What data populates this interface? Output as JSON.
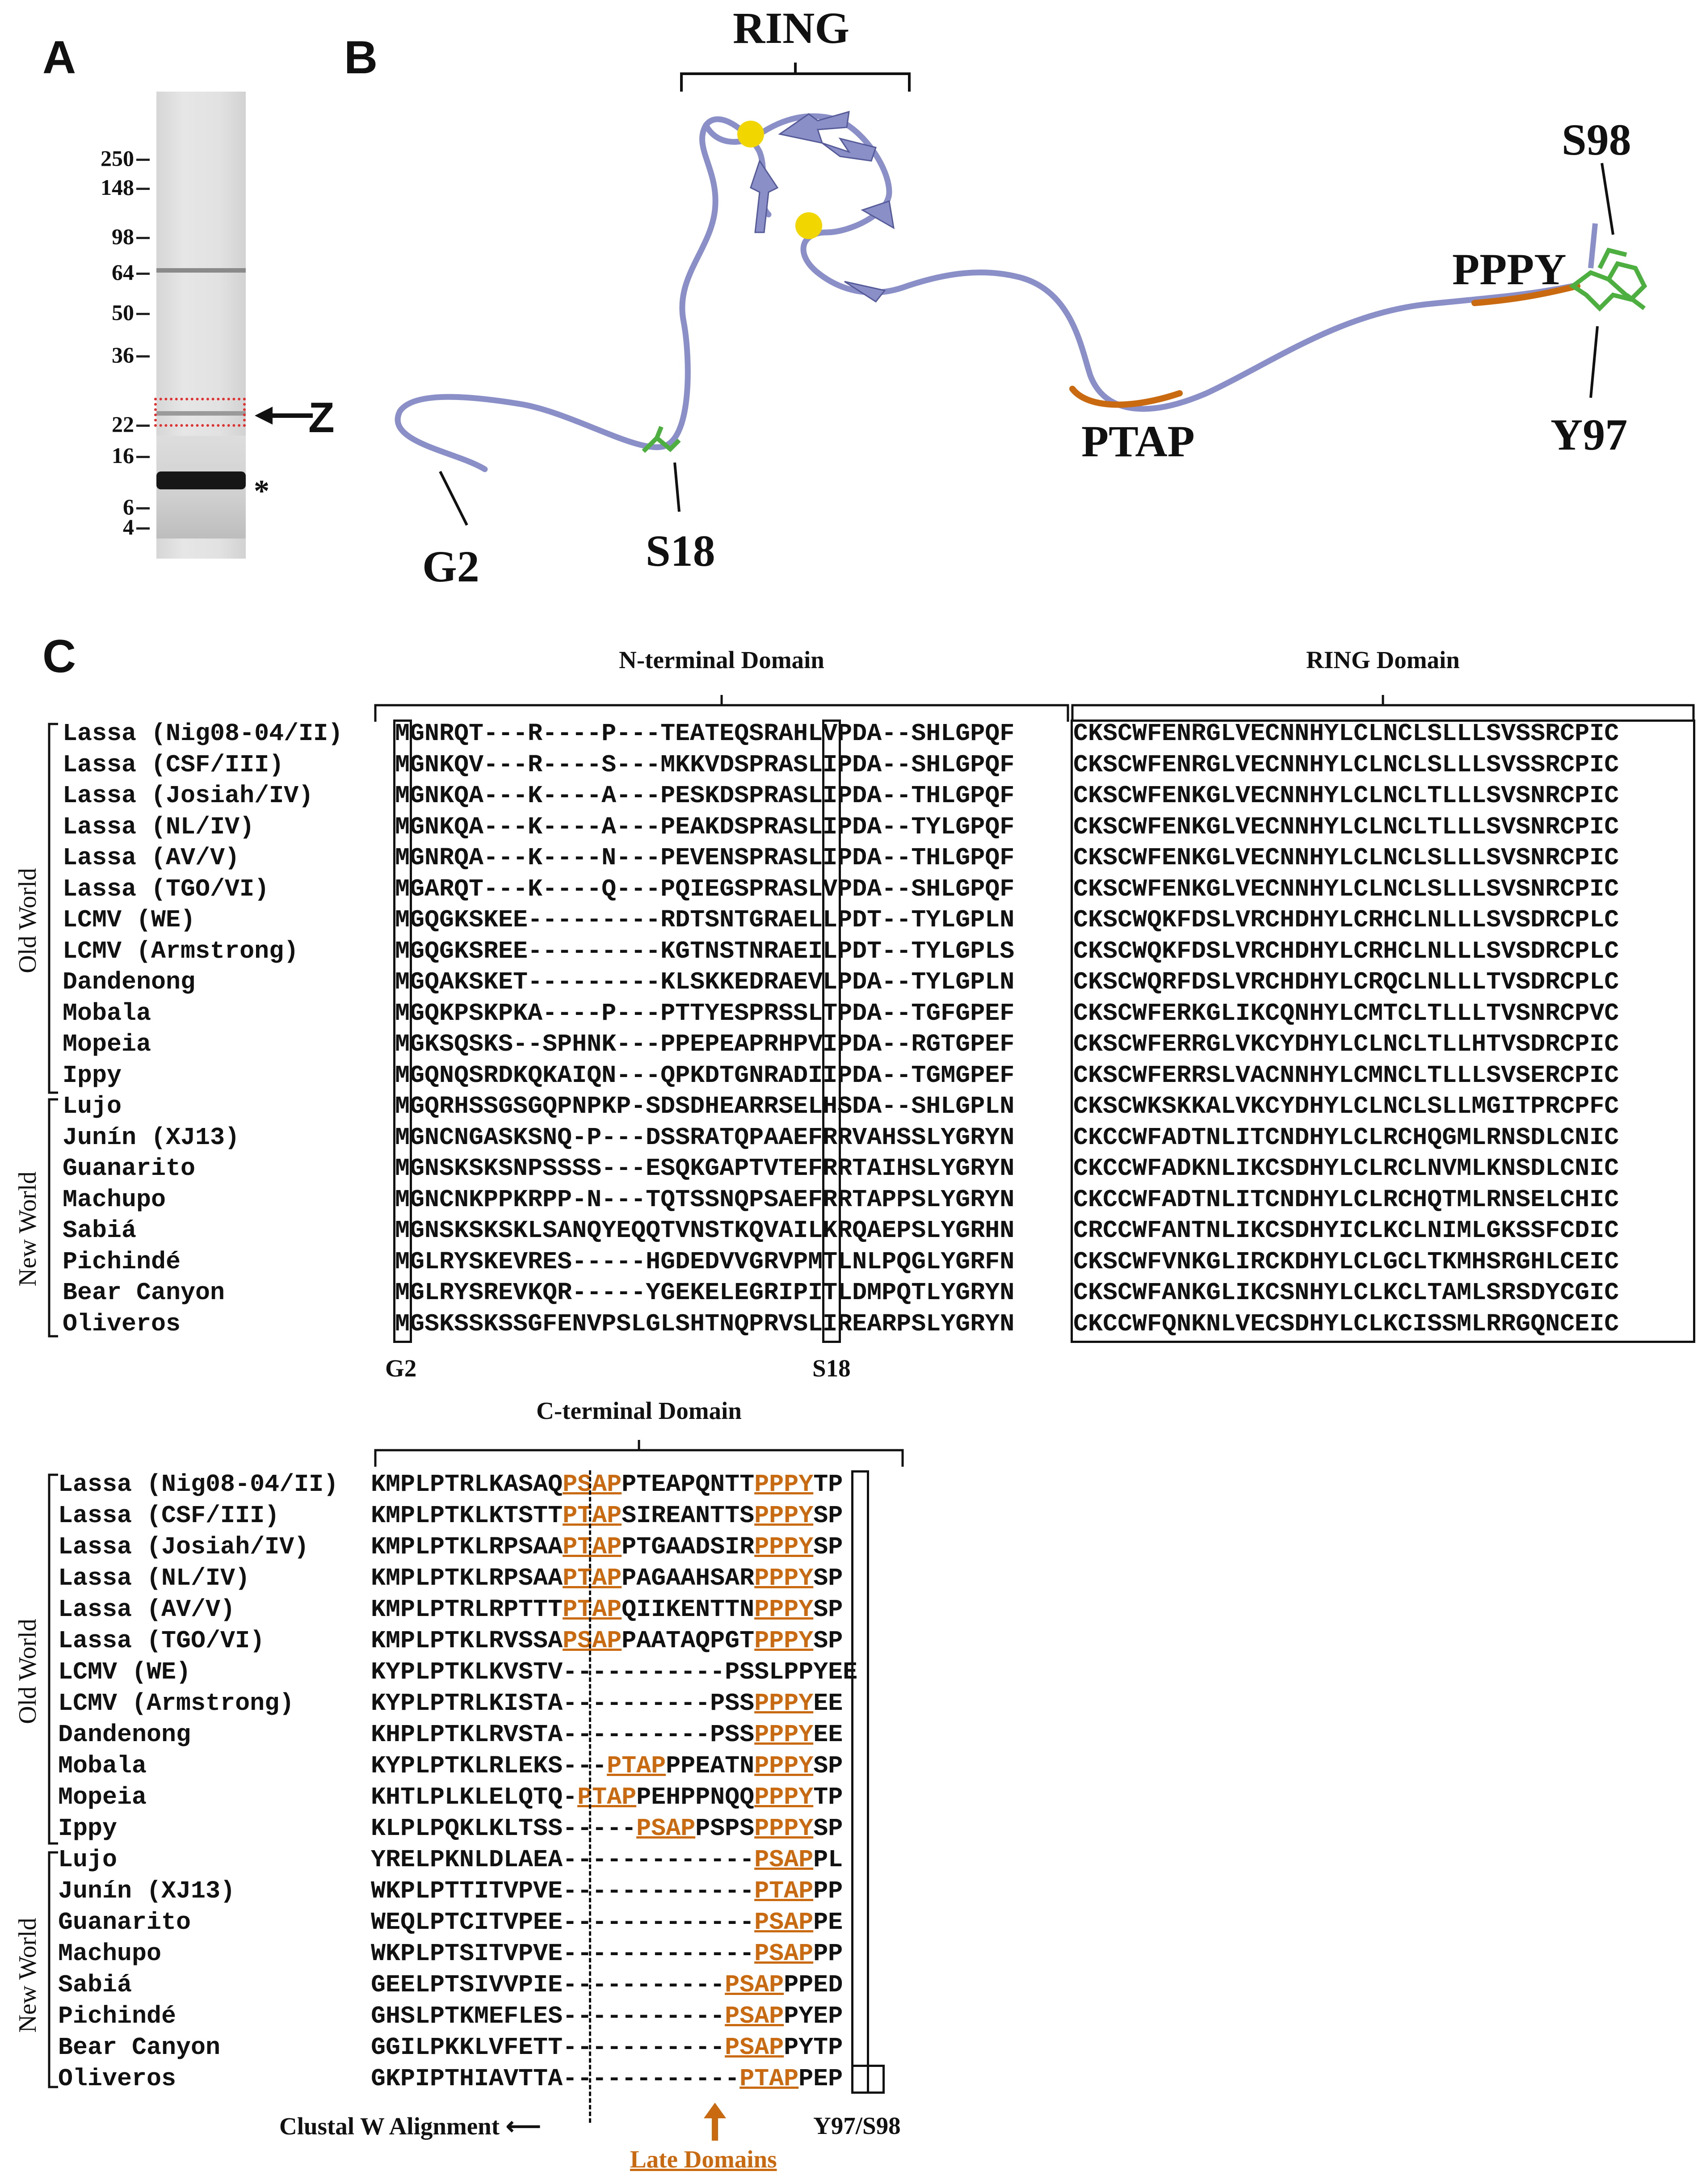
{
  "panels": {
    "a": "A",
    "b": "B",
    "c": "C"
  },
  "gel": {
    "markers": [
      "250",
      "148",
      "98",
      "64",
      "50",
      "36",
      "22",
      "16",
      "6",
      "4"
    ],
    "z_label": "Z",
    "asterisk": "*"
  },
  "structure": {
    "ring": "RING",
    "pppy": "PPPY",
    "ptap": "PTAP",
    "g2": "G2",
    "s18": "S18",
    "s98": "S98",
    "y97": "Y97"
  },
  "alignment": {
    "n_terminal_domain": "N-terminal Domain",
    "ring_domain": "RING Domain",
    "c_terminal_domain": "C-terminal Domain",
    "old_world": "Old World",
    "new_world": "New World",
    "g2_label": "G2",
    "s18_label": "S18",
    "clustal_label": "Clustal W Alignment",
    "late_domains_label": "Late Domains",
    "y97_s98_label": "Y97/S98",
    "viruses": [
      "Lassa (Nig08-04/II)",
      "Lassa (CSF/III)",
      "Lassa (Josiah/IV)",
      "Lassa (NL/IV)",
      "Lassa (AV/V)",
      "Lassa (TGO/VI)",
      "LCMV (WE)",
      "LCMV (Armstrong)",
      "Dandenong",
      "Mobala",
      "Mopeia",
      "Ippy",
      "Lujo",
      "Junín (XJ13)",
      "Guanarito",
      "Machupo",
      "Sabiá",
      "Pichindé",
      "Bear Canyon",
      "Oliveros"
    ],
    "n_sequences": [
      "MGNRQT---R----P---TEATEQSRAHLVPDA--SHLGPQF",
      "MGNKQV---R----S---MKKVDSPRASLIPDA--SHLGPQF",
      "MGNKQA---K----A---PESKDSPRASLIPDA--THLGPQF",
      "MGNKQA---K----A---PEAKDSPRASLIPDA--TYLGPQF",
      "MGNRQA---K----N---PEVENSPRASLIPDA--THLGPQF",
      "MGARQT---K----Q---PQIEGSPRASLVPDA--SHLGPQF",
      "MGQGKSKEE---------RDTSNTGRAELLPDT--TYLGPLN",
      "MGQGKSREE---------KGTNSTNRAEILPDT--TYLGPLS",
      "MGQAKSKET---------KLSKKEDRAEVLPDA--TYLGPLN",
      "MGQKPSKPKA----P---PTTYESPRSSLTPDA--TGFGPEF",
      "MGKSQSKS--SPHNK---PPEPEAPRHPVIPDA--RGTGPEF",
      "MGQNQSRDKQKAIQN---QPKDTGNRADIIPDA--TGMGPEF",
      "MGQRHSSGSGQPNPKP-SDSDHEARRSELHSDA--SHLGPLN",
      "MGNCNGASKSNQ-P---DSSRATQPAAEFRRVAHSSLYGRYN",
      "MGNSKSKSNPSSSS---ESQKGAPTVTEFRRTAIHSLYGRYN",
      "MGNCNKPPKRPP-N---TQTSSNQPSAEFRRTAPPSLYGRYN",
      "MGNSKSKSKLSANQYEQQTVNSTKQVAILKRQAEPSLYGRHN",
      "MGLRYSKEVRES-----HGDEDVVGRVPMTLNLPQGLYGRFN",
      "MGLRYSREVKQR-----YGEKELEGRIPITLDMPQTLYGRYN",
      "MGSKSSKSSGFENVPSLGLSHTNQPRVSLIREARPSLYGRYN"
    ],
    "ring_sequences": [
      "CKSCWFENRGLVECNNHYLCLNCLSLLLSVSSRCPIC",
      "CKSCWFENRGLVECNNHYLCLNCLSLLLSVSSRCPIC",
      "CKSCWFENKGLVECNNHYLCLNCLTLLLSVSNRCPIC",
      "CKSCWFENKGLVECNNHYLCLNCLTLLLSVSNRCPIC",
      "CKSCWFENKGLVECNNHYLCLNCLSLLLSVSNRCPIC",
      "CKSCWFENKGLVECNNHYLCLNCLSLLLSVSNRCPIC",
      "CKSCWQKFDSLVRCHDHYLCRHCLNLLLSVSDRCPLC",
      "CKSCWQKFDSLVRCHDHYLCRHCLNLLLSVSDRCPLC",
      "CKSCWQRFDSLVRCHDHYLCRQCLNLLLTVSDRCPLC",
      "CKSCWFERKGLIKCQNHYLCMTCLTLLLTVSNRCPVC",
      "CKSCWFERRGLVKCYDHYLCLNCLTLLHTVSDRCPIC",
      "CKSCWFERRSLVACNNHYLCMNCLTLLLSVSERCPIC",
      "CKSCWKSKKALVKCYDHYLCLNCLSLLMGITPRCPFC",
      "CKCCWFADTNLITCNDHYLCLRCHQGMLRNSDLCNIC",
      "CKCCWFADKNLIKCSDHYLCLRCLNVMLKNSDLCNIC",
      "CKCCWFADTNLITCNDHYLCLRCHQTMLRNSELCHIC",
      "CRCCWFANTNLIKCSDHYICLKCLNIMLGKSSFCDIC",
      "CKSCWFVNKGLIRCKDHYLCLGCLTKMHSRGHLCEIC",
      "CKSCWFANKGLIKCSNHYLCLKCLTAMLSRSDYCGIC",
      "CKCCWFQNKNLVECSDHYLCLKCISSMLRRGQNCEIC"
    ],
    "c_terminal": [
      {
        "pre": "KMPLPTRLKASAQ",
        "late1": "PSAP",
        "mid": "PTEAPQNTT",
        "late2": "PPPY",
        "end": "TP"
      },
      {
        "pre": "KMPLPTKLKTSTT",
        "late1": "PTAP",
        "mid": "SIREANTTS",
        "late2": "PPPY",
        "end": "SP"
      },
      {
        "pre": "KMPLPTKLRPSAA",
        "late1": "PTAP",
        "mid": "PTGAADSIR",
        "late2": "PPPY",
        "end": "SP"
      },
      {
        "pre": "KMPLPTKLRPSAA",
        "late1": "PTAP",
        "mid": "PAGAAHSAR",
        "late2": "PPPY",
        "end": "SP"
      },
      {
        "pre": "KMPLPTRLRPTTT",
        "late1": "PTAP",
        "mid": "QIIKENTTN",
        "late2": "PPPY",
        "end": "SP"
      },
      {
        "pre": "KMPLPTKLRVSSA",
        "late1": "PSAP",
        "mid": "PAATAQPGT",
        "late2": "PPPY",
        "end": "SP"
      },
      {
        "pre": "KYPLPTKLKVSTV",
        "late1": "",
        "mid": "-----------PSSLPPYEE",
        "late2": "",
        "end": ""
      },
      {
        "pre": "KYPLPTRLKISTA",
        "late1": "",
        "mid": "----------PSS",
        "late2": "PPPY",
        "end": "EE"
      },
      {
        "pre": "KHPLPTKLRVSTA",
        "late1": "",
        "mid": "----------PSS",
        "late2": "PPPY",
        "end": "EE"
      },
      {
        "pre": "KYPLPTKLRLEKS---",
        "late1": "PTAP",
        "mid": "PPEATN",
        "late2": "PPPY",
        "end": "SP"
      },
      {
        "pre": "KHTLPLKLELQTQ-",
        "late1": "PTAP",
        "mid": "PEHPPNQQ",
        "late2": "PPPY",
        "end": "TP"
      },
      {
        "pre": "KLPLPQKLKLTSS-----",
        "late1": "PSAP",
        "mid": "PSPS",
        "late2": "PPPY",
        "end": "SP"
      },
      {
        "pre": "YRELPKNLDLAEA-------------",
        "late1": "",
        "mid": "",
        "late2": "PSAP",
        "end": "PL"
      },
      {
        "pre": "WKPLPTTITVPVE-------------",
        "late1": "",
        "mid": "",
        "late2": "PTAP",
        "end": "PP"
      },
      {
        "pre": "WEQLPTCITVPEE-------------",
        "late1": "",
        "mid": "",
        "late2": "PSAP",
        "end": "PE"
      },
      {
        "pre": "WKPLPTSITVPVE-------------",
        "late1": "",
        "mid": "",
        "late2": "PSAP",
        "end": "PP"
      },
      {
        "pre": "GEELPTSIVVPIE-----------",
        "late1": "",
        "mid": "",
        "late2": "PSAP",
        "end": "PPED"
      },
      {
        "pre": "GHSLPTKMEFLES-----------",
        "late1": "",
        "mid": "",
        "late2": "PSAP",
        "end": "PYEP"
      },
      {
        "pre": "GGILPKKLVFETT-----------",
        "late1": "",
        "mid": "",
        "late2": "PSAP",
        "end": "PYTP"
      },
      {
        "pre": "GKPIPTHIAVTTA------------",
        "late1": "",
        "mid": "",
        "late2": "PTAP",
        "end": "PEP"
      }
    ]
  },
  "colors": {
    "late_domain": "#c96a10",
    "protein": "#8a8fc8",
    "sidechain": "#4caf3f",
    "zinc": "#f2d600",
    "box_red": "#e03030"
  }
}
